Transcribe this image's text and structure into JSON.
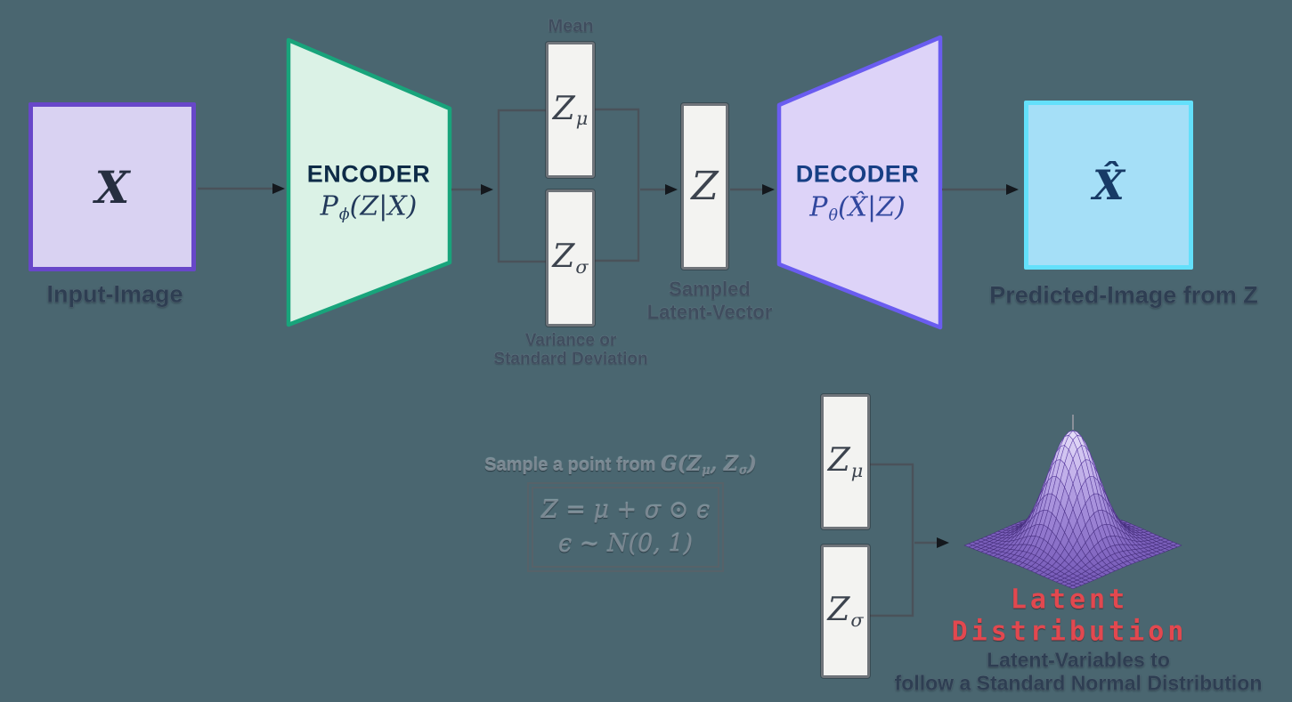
{
  "canvas": {
    "background": "#4a6670"
  },
  "input": {
    "symbol": "X",
    "caption": "Input-Image"
  },
  "encoder": {
    "title": "ENCODER",
    "f_p": "P",
    "f_sub": "ϕ",
    "f_rest": "(Z|X)"
  },
  "mean_caption": "Mean",
  "zmu_top": {
    "base": "Z",
    "sub": "μ"
  },
  "zsigma_top": {
    "base": "Z",
    "sub": "σ"
  },
  "variance_caption_line1": "Variance or",
  "variance_caption_line2": "Standard Deviation",
  "latent_vector": {
    "symbol": "Z",
    "caption_line1": "Sampled",
    "caption_line2": "Latent-Vector"
  },
  "decoder": {
    "title": "DECODER",
    "f_p": "P",
    "f_sub": "θ",
    "f_rest": "(X̂|Z)"
  },
  "output": {
    "symbol": "X̂",
    "caption": "Predicted-Image from Z"
  },
  "sampling": {
    "caption_prefix": "Sample a point from ",
    "caption_g": "G(Z",
    "caption_sub1": "μ",
    "caption_mid": ", Z",
    "caption_sub2": "σ",
    "caption_end": ")",
    "formula_line1": "Z = μ + σ ⊙ ϵ",
    "formula_line2": "ϵ ∼ N(0, 1)"
  },
  "zmu_bottom": {
    "base": "Z",
    "sub": "μ"
  },
  "zsigma_bottom": {
    "base": "Z",
    "sub": "σ"
  },
  "latent_distribution": {
    "title_line1": "Latent",
    "title_line2": "Distribution",
    "caption_line1": "Latent-Variables to",
    "caption_line2": "follow a Standard Normal Distribution",
    "title_color": "#e2484f",
    "surface": "3d-gaussian-bell-mesh"
  },
  "colors": {
    "background": "#4a6670",
    "encoder_fill": "#dbf2e6",
    "encoder_border": "#18a47b",
    "decoder_fill": "#ddd3f8",
    "decoder_border": "#6a5cf0",
    "input_fill": "#d9d2f2",
    "input_border": "#6847c9",
    "output_fill": "#a5dff7",
    "output_border": "#63e0fb",
    "vector_fill": "#f3f3f1",
    "vector_border": "#6f747a",
    "connector": "#4a525a",
    "arrowhead": "#14181d",
    "surface_purple": "#8b76c9"
  }
}
